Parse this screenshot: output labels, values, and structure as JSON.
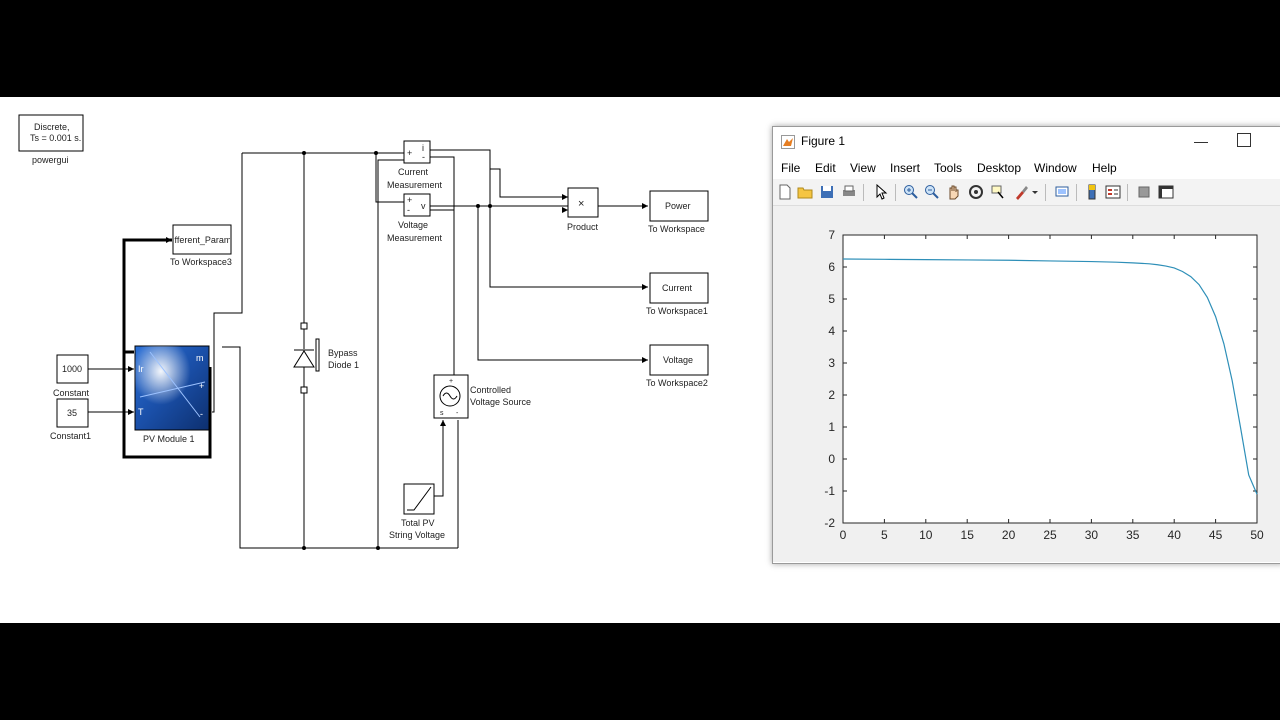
{
  "diagram": {
    "powergui": {
      "line1": "Discrete,",
      "line2": "Ts = 0.001 s.",
      "name": "powergui"
    },
    "constant": {
      "value": "1000",
      "name": "Constant"
    },
    "constant1": {
      "value": "35",
      "name": "Constant1"
    },
    "pv_module": {
      "name": "PV Module 1",
      "port_ir": "Ir",
      "port_t": "T",
      "port_m": "m",
      "port_plus": "+",
      "port_minus": "-"
    },
    "to_workspace3": {
      "var": "Different_Param",
      "name": "To Workspace3"
    },
    "bypass_diode": {
      "line1": "Bypass",
      "line2": "Diode 1"
    },
    "current_meas": {
      "line1": "Current",
      "line2": "Measurement",
      "port_plus": "+",
      "port_minus": "-",
      "port_out": "i"
    },
    "voltage_meas": {
      "line1": "Voltage",
      "line2": "Measurement",
      "port_plus": "+",
      "port_minus": "-",
      "port_out": "v"
    },
    "product": {
      "symbol": "×",
      "name": "Product"
    },
    "power_ws": {
      "var": "Power",
      "name": "To Workspace"
    },
    "current_ws": {
      "var": "Current",
      "name": "To Workspace1"
    },
    "voltage_ws": {
      "var": "Voltage",
      "name": "To Workspace2"
    },
    "cvs": {
      "line1": "Controlled",
      "line2": "Voltage Source",
      "port_plus": "+",
      "port_s": "s",
      "port_minus": "-"
    },
    "ramp": {
      "line1": "Total PV",
      "line2": "String Voltage"
    }
  },
  "figure": {
    "title": "Figure 1",
    "minimize": "—",
    "menus": [
      "File",
      "Edit",
      "View",
      "Insert",
      "Tools",
      "Desktop",
      "Window",
      "Help"
    ],
    "toolbar_icons": [
      "new-figure-icon",
      "open-file-icon",
      "save-icon",
      "print-icon",
      "pointer-icon",
      "zoom-in-icon",
      "zoom-out-icon",
      "pan-icon",
      "rotate-icon",
      "data-cursor-icon",
      "brush-icon",
      "link-plot-icon",
      "colorbar-icon",
      "legend-icon",
      "hide-plot-tools-icon",
      "show-plot-tools-icon"
    ],
    "line_color": "#2e8fb8"
  },
  "chart_data": {
    "type": "line",
    "title": "",
    "xlabel": "",
    "ylabel": "",
    "xlim": [
      0,
      50
    ],
    "ylim": [
      -2,
      7
    ],
    "xticks": [
      "0",
      "5",
      "10",
      "15",
      "20",
      "25",
      "30",
      "35",
      "40",
      "45",
      "50"
    ],
    "yticks": [
      "-2",
      "-1",
      "0",
      "1",
      "2",
      "3",
      "4",
      "5",
      "6",
      "7"
    ],
    "grid": false,
    "series": [
      {
        "x": [
          0,
          5,
          10,
          15,
          20,
          25,
          30,
          33,
          35,
          37,
          38,
          39,
          40,
          41,
          42,
          43,
          44,
          45,
          46,
          47,
          48,
          49,
          50
        ],
        "y": [
          6.25,
          6.24,
          6.23,
          6.22,
          6.21,
          6.19,
          6.17,
          6.15,
          6.13,
          6.1,
          6.07,
          6.03,
          5.97,
          5.86,
          5.7,
          5.45,
          5.05,
          4.45,
          3.6,
          2.45,
          1.0,
          -0.5,
          -1.1
        ]
      }
    ]
  }
}
